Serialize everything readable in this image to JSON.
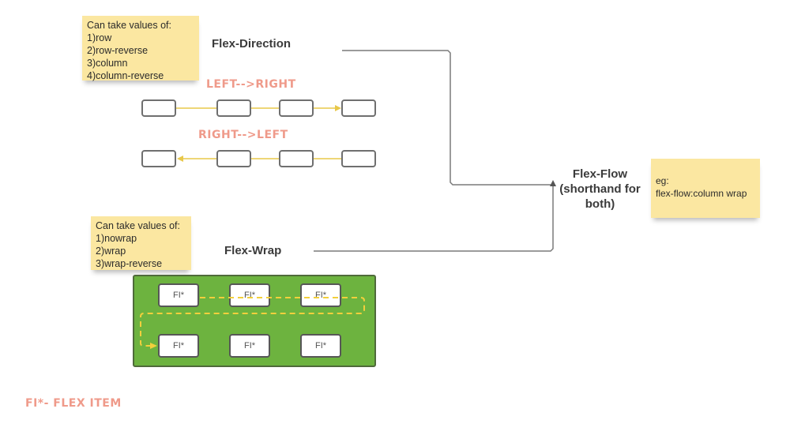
{
  "flex_direction": {
    "title": "Flex-Direction",
    "note_lines": [
      "Can take values of:",
      "1)row",
      "2)row-reverse",
      "3)column",
      "4)column-reverse"
    ],
    "left_to_right_label": "LEFT-->RIGHT",
    "right_to_left_label": "RIGHT-->LEFT"
  },
  "flex_wrap": {
    "title": "Flex-Wrap",
    "note_lines": [
      "Can take values of:",
      "1)nowrap",
      "2)wrap",
      "3)wrap-reverse"
    ],
    "items": [
      "FI*",
      "FI*",
      "FI*",
      "FI*",
      "FI*",
      "FI*"
    ]
  },
  "flex_flow": {
    "title_lines": [
      "Flex-Flow",
      "(shorthand for",
      "both)"
    ],
    "note_lines": [
      "eg:",
      "flex-flow:column wrap"
    ]
  },
  "legend": "FI*- FLEX ITEM",
  "colors": {
    "sticky": "#fbe7a1",
    "container_green": "#6db33f",
    "arrow_yellow": "#e8c84a",
    "handwritten_red": "#ef9a8a",
    "connector_gray": "#7a7a7a"
  }
}
